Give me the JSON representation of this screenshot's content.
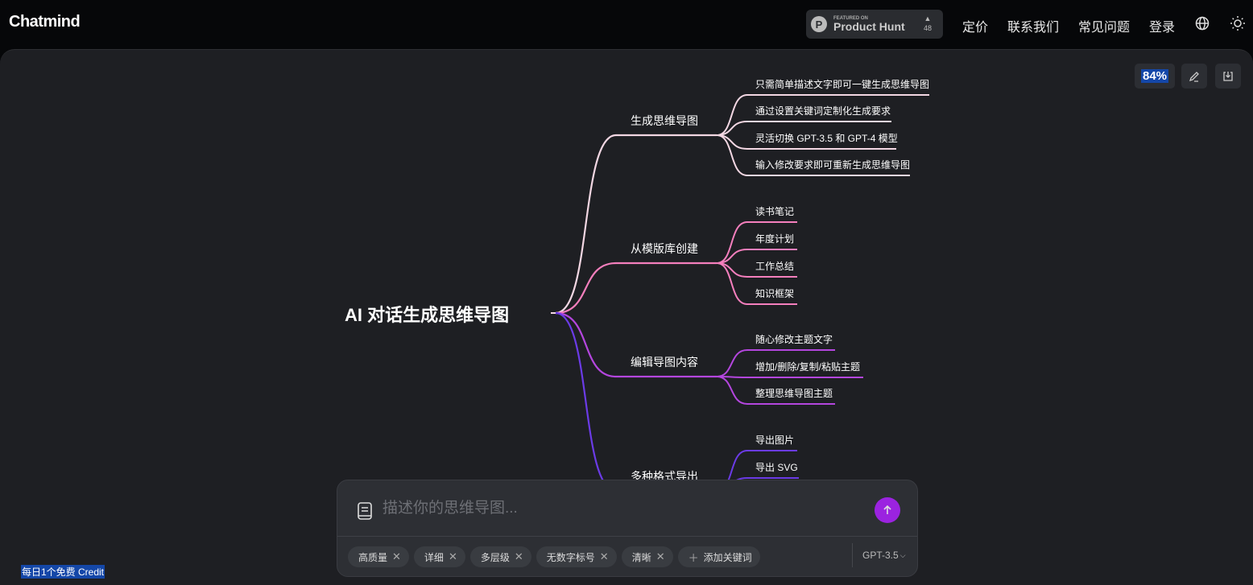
{
  "header": {
    "logo": "Chatmind",
    "product_hunt": {
      "featured": "FEATURED ON",
      "name": "Product Hunt",
      "votes": "48"
    },
    "nav": [
      "定价",
      "联系我们",
      "常见问题",
      "登录"
    ]
  },
  "toolbar": {
    "zoom": "84%"
  },
  "mindmap": {
    "root": "AI 对话生成思维导图",
    "branches": [
      {
        "label": "生成思维导图",
        "color": "#f3d7e3",
        "children": [
          "只需简单描述文字即可一键生成思维导图",
          "通过设置关键词定制化生成要求",
          "灵活切换 GPT-3.5 和 GPT-4 模型",
          "输入修改要求即可重新生成思维导图"
        ]
      },
      {
        "label": "从模版库创建",
        "color": "#f57fbd",
        "children": [
          "读书笔记",
          "年度计划",
          "工作总结",
          "知识框架"
        ]
      },
      {
        "label": "编辑导图内容",
        "color": "#b446de",
        "children": [
          "随心修改主题文字",
          "增加/删除/复制/粘贴主题",
          "整理思维导图主题"
        ]
      },
      {
        "label": "多种格式导出",
        "color": "#6b3be6",
        "children": [
          "导出图片",
          "导出 SVG"
        ]
      }
    ]
  },
  "input": {
    "placeholder": "描述你的思维导图...",
    "keywords": [
      "高质量",
      "详细",
      "多层级",
      "无数字标号",
      "清晰"
    ],
    "add_keyword": "添加关键词",
    "model": "GPT-3.5"
  },
  "footer": {
    "credit": "每日1个免费 Credit"
  }
}
